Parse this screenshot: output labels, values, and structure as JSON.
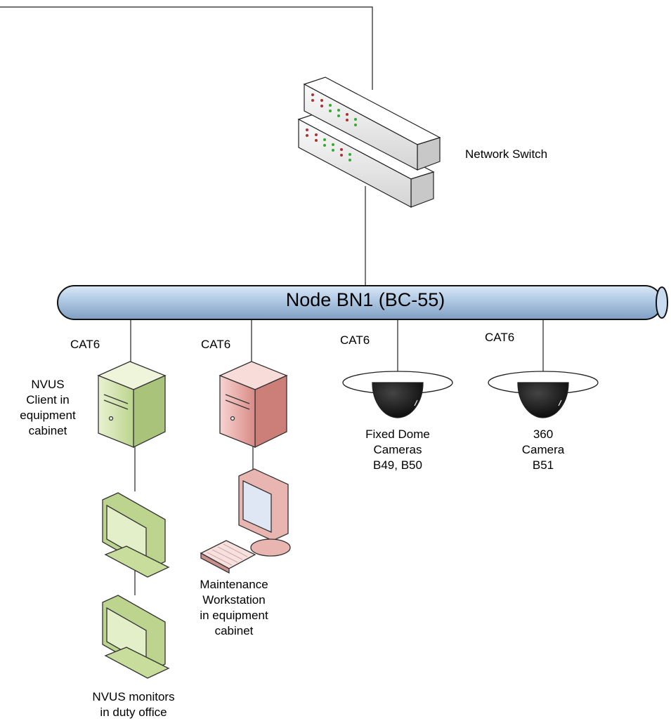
{
  "bus": {
    "label": "Node BN1 (BC-55)"
  },
  "switch": {
    "label": "Network Switch"
  },
  "cables": {
    "c1": "CAT6",
    "c2": "CAT6",
    "c3": "CAT6",
    "c4": "CAT6"
  },
  "nvus_client": {
    "lines": [
      "NVUS",
      "Client in",
      "equipment",
      "cabinet"
    ]
  },
  "maintenance": {
    "lines": [
      "Maintenance",
      "Workstation",
      "in equipment",
      "cabinet"
    ]
  },
  "fixed_dome": {
    "lines": [
      "Fixed Dome",
      "Cameras",
      "B49, B50"
    ]
  },
  "camera_360": {
    "lines": [
      "360",
      "Camera",
      "B51"
    ]
  },
  "monitors": {
    "lines": [
      "NVUS monitors",
      "in duty office"
    ]
  },
  "colors": {
    "bus_fill": "#a9c4e0",
    "green_device": "#d6e6b0",
    "pink_device": "#e8aaa6",
    "switch_fill": "#e6e6e6",
    "camera_dome": "#111111"
  }
}
